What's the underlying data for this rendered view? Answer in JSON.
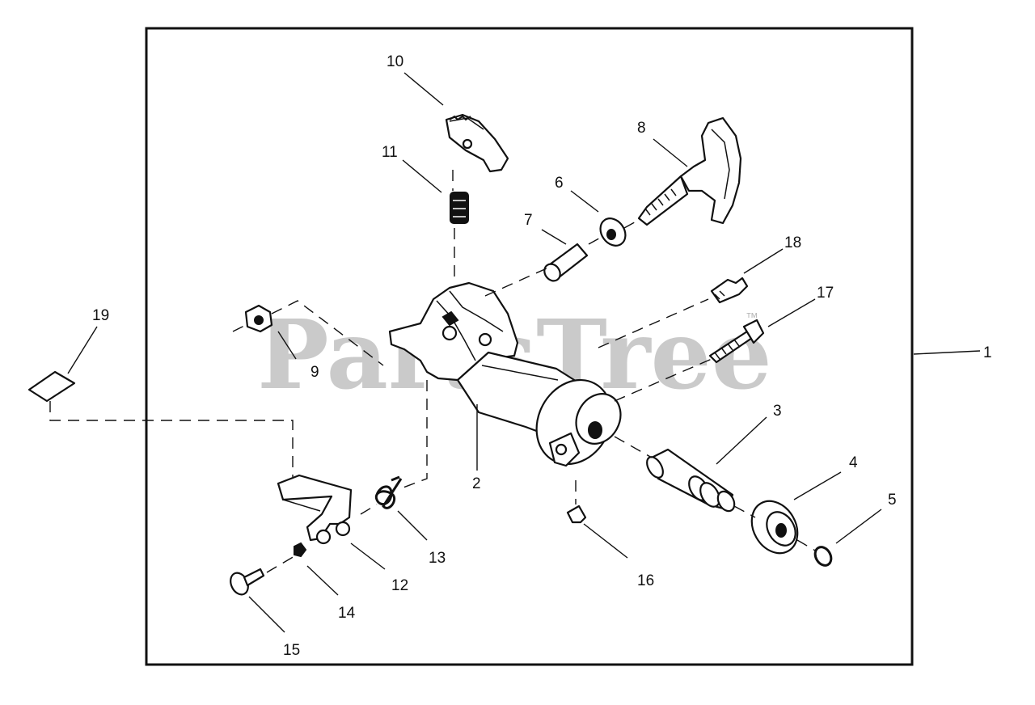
{
  "diagram": {
    "watermark": "PartsTree",
    "trademark": "™",
    "callouts": {
      "assembly": "1",
      "housing": "2",
      "shaft": "3",
      "bearing": "4",
      "retaining_ring": "5",
      "washer": "6",
      "sleeve": "7",
      "tee_handle_screw": "8",
      "nut": "9",
      "latch_plate": "10",
      "spring": "11",
      "bracket": "12",
      "torsion_spring": "13",
      "small_nut": "14",
      "screw": "15",
      "clip": "16",
      "bolt": "17",
      "short_bolt": "18",
      "decal": "19"
    }
  }
}
